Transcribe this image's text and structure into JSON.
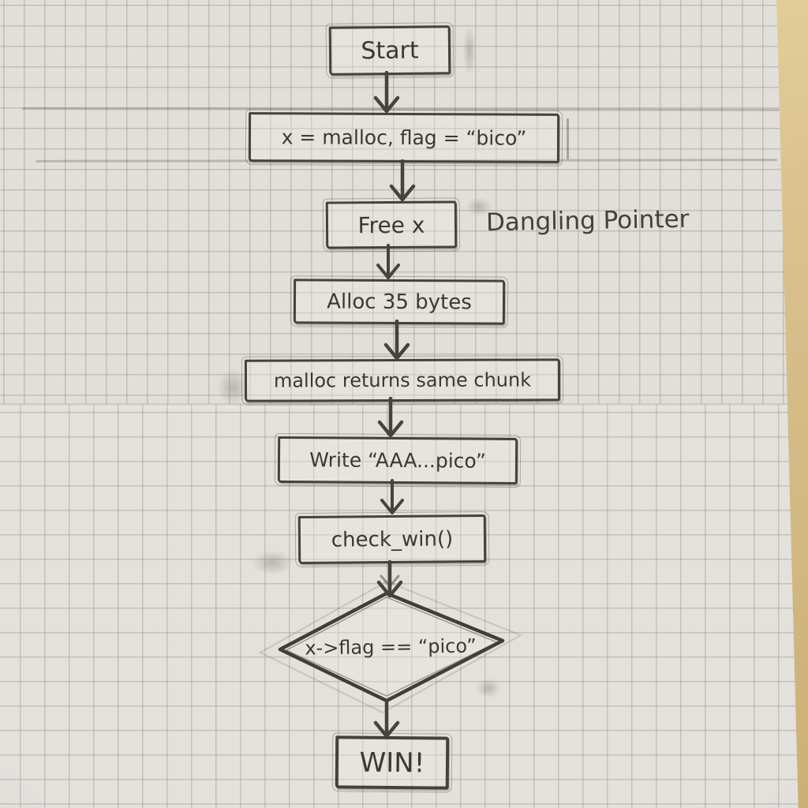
{
  "flowchart": {
    "nodes": [
      {
        "id": "start",
        "type": "box",
        "label": "Start"
      },
      {
        "id": "malloc",
        "type": "box",
        "label": "x = malloc, flag = “bico”"
      },
      {
        "id": "free",
        "type": "box",
        "label": "Free x"
      },
      {
        "id": "alloc",
        "type": "box",
        "label": "Alloc 35 bytes"
      },
      {
        "id": "same-chunk",
        "type": "box",
        "label": "malloc returns same chunk"
      },
      {
        "id": "write",
        "type": "box",
        "label": "Write “AAA...pico”"
      },
      {
        "id": "check-win",
        "type": "box",
        "label": "check_win()"
      },
      {
        "id": "condition",
        "type": "diamond",
        "label": "x->flag == “pico”"
      },
      {
        "id": "win",
        "type": "box",
        "label": "WIN!"
      }
    ],
    "annotation": "Dangling Pointer"
  },
  "colors": {
    "paper": "#e2e0db",
    "grid": "#b3b1ac",
    "pencil_ink": "#3e3b36",
    "wood_desk": "#d8bf8b"
  }
}
